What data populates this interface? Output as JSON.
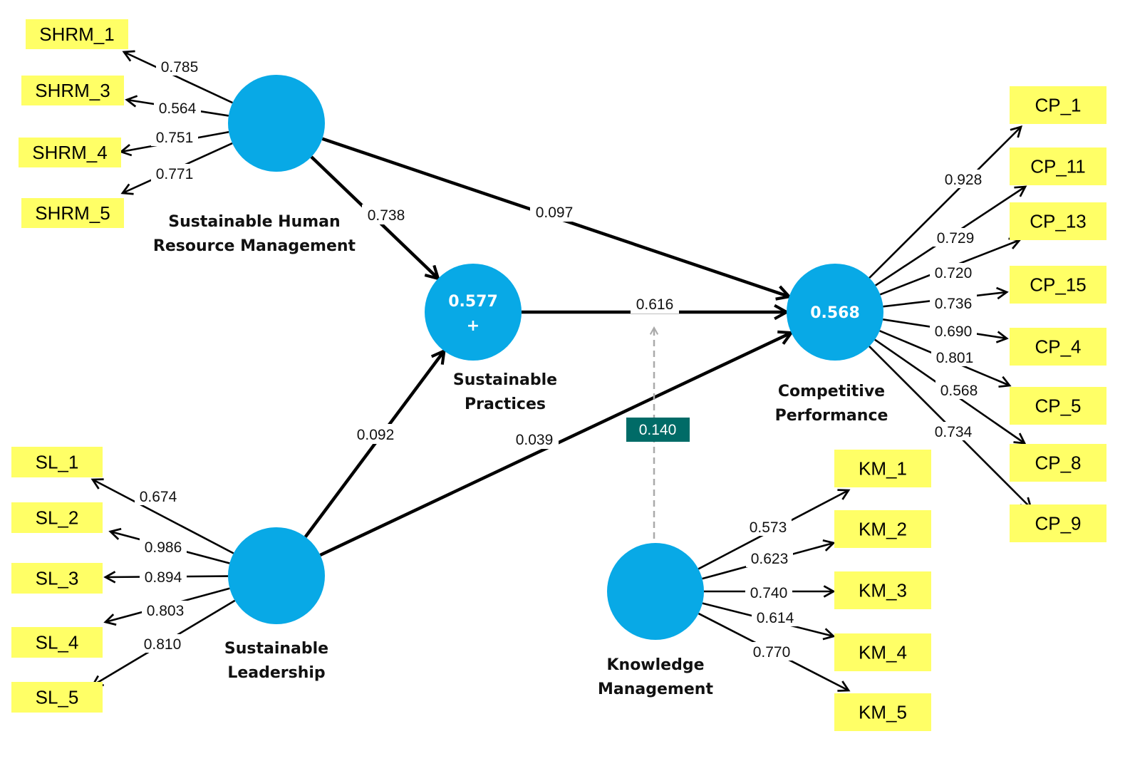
{
  "diagram": {
    "title": "PLS-SEM structural model",
    "colors": {
      "construct_fill": "#08a9e6",
      "indicator_fill": "#ffff66",
      "moderator_fill": "#006b67",
      "moderator_line": "#aaaaaa"
    },
    "constructs": [
      {
        "id": "SHRM",
        "name_lines": [
          "Sustainable Human",
          "Resource Management"
        ],
        "r2": null,
        "r2_suffix": null
      },
      {
        "id": "SP",
        "name_lines": [
          "Sustainable",
          "Practices"
        ],
        "r2": "0.577",
        "r2_suffix": "+"
      },
      {
        "id": "CP",
        "name_lines": [
          "Competitive",
          "Performance"
        ],
        "r2": "0.568",
        "r2_suffix": null
      },
      {
        "id": "SL",
        "name_lines": [
          "Sustainable",
          "Leadership"
        ],
        "r2": null,
        "r2_suffix": null
      },
      {
        "id": "KM",
        "name_lines": [
          "Knowledge",
          "Management"
        ],
        "r2": null,
        "r2_suffix": null
      }
    ],
    "indicators": {
      "SHRM": [
        {
          "label": "SHRM_1",
          "loading": "0.785"
        },
        {
          "label": "SHRM_3",
          "loading": "0.564"
        },
        {
          "label": "SHRM_4",
          "loading": "0.751"
        },
        {
          "label": "SHRM_5",
          "loading": "0.771"
        }
      ],
      "SL": [
        {
          "label": "SL_1",
          "loading": "0.674"
        },
        {
          "label": "SL_2",
          "loading": "0.986"
        },
        {
          "label": "SL_3",
          "loading": "0.894"
        },
        {
          "label": "SL_4",
          "loading": "0.803"
        },
        {
          "label": "SL_5",
          "loading": "0.810"
        }
      ],
      "CP": [
        {
          "label": "CP_1",
          "loading": "0.928"
        },
        {
          "label": "CP_11",
          "loading": "0.729"
        },
        {
          "label": "CP_13",
          "loading": "0.720"
        },
        {
          "label": "CP_15",
          "loading": "0.736"
        },
        {
          "label": "CP_4",
          "loading": "0.690"
        },
        {
          "label": "CP_5",
          "loading": "0.801"
        },
        {
          "label": "CP_8",
          "loading": "0.568"
        },
        {
          "label": "CP_9",
          "loading": "0.734"
        }
      ],
      "KM": [
        {
          "label": "KM_1",
          "loading": "0.573"
        },
        {
          "label": "KM_2",
          "loading": "0.623"
        },
        {
          "label": "KM_3",
          "loading": "0.740"
        },
        {
          "label": "KM_4",
          "loading": "0.614"
        },
        {
          "label": "KM_5",
          "loading": "0.770"
        }
      ]
    },
    "paths": [
      {
        "from": "SHRM",
        "to": "SP",
        "coefficient": "0.738"
      },
      {
        "from": "SHRM",
        "to": "CP",
        "coefficient": "0.097"
      },
      {
        "from": "SP",
        "to": "CP",
        "coefficient": "0.616"
      },
      {
        "from": "SL",
        "to": "SP",
        "coefficient": "0.092"
      },
      {
        "from": "SL",
        "to": "CP",
        "coefficient": "0.039"
      }
    ],
    "moderation": {
      "moderator": "KM",
      "target_path": "SP->CP",
      "coefficient": "0.140"
    }
  }
}
